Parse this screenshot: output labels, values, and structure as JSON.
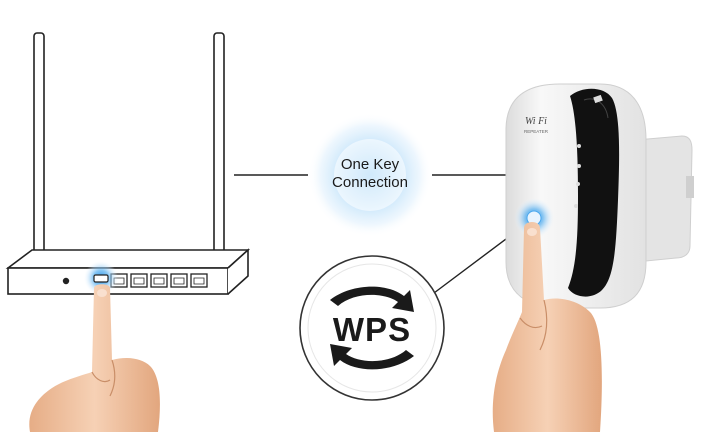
{
  "connection_badge": {
    "line1": "One Key",
    "line2": "Connection"
  },
  "wps_badge": {
    "label": "WPS"
  },
  "repeater": {
    "logo_text": "Wi Fi",
    "sub_text": "REPEATER"
  },
  "icons": {
    "router": "router-icon",
    "repeater": "wifi-repeater-icon",
    "pointing_hand": "pointing-hand-icon",
    "sync_arrows": "sync-arrows-icon"
  },
  "colors": {
    "highlight_blue": "#4aa8ee",
    "glow_blue": "#cfe8fb",
    "skin": "#f0c2a0",
    "device_white": "#f4f4f4",
    "device_black": "#111111",
    "line": "#222222"
  }
}
